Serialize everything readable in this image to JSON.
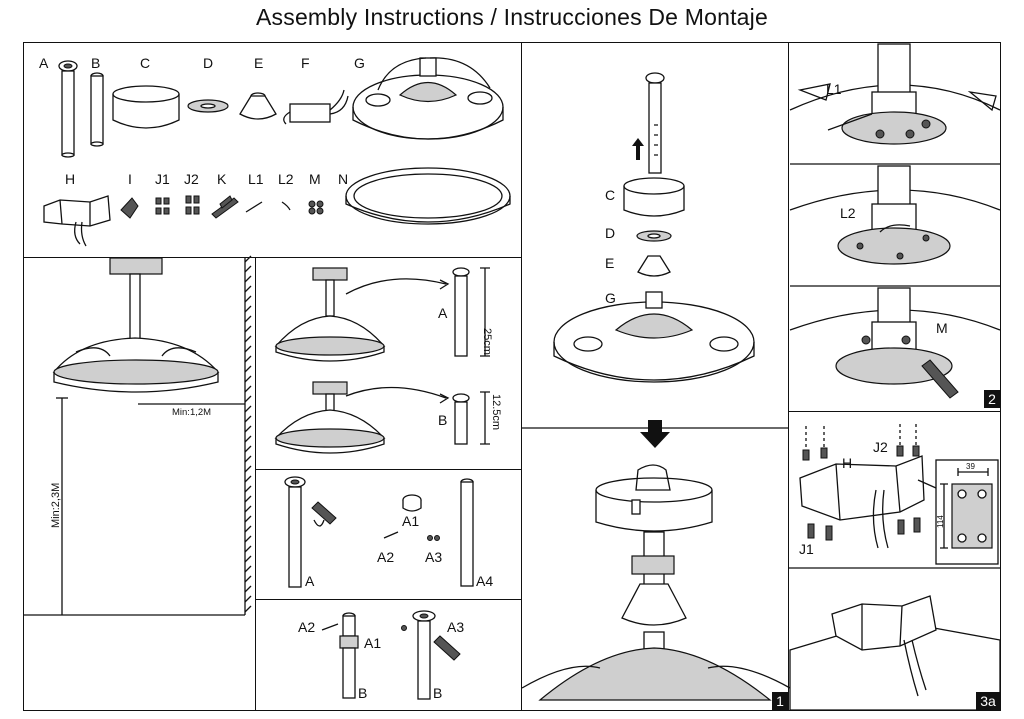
{
  "title": "Assembly Instructions / Instrucciones De Montaje",
  "parts": {
    "A": "A",
    "B": "B",
    "C": "C",
    "D": "D",
    "E": "E",
    "F": "F",
    "G": "G",
    "H": "H",
    "I": "I",
    "J1": "J1",
    "J2": "J2",
    "K": "K",
    "L1": "L1",
    "L2": "L2",
    "M": "M",
    "N": "N"
  },
  "clearance": {
    "min_blade": "Min:1,2M",
    "min_floor": "Min:2,3M"
  },
  "downrod": {
    "label_a": "A",
    "length_a": "25cm",
    "label_b": "B",
    "length_b": "12.5cm"
  },
  "rod_assembly": {
    "A": "A",
    "A1": "A1",
    "A2": "A2",
    "A3": "A3",
    "A4": "A4"
  },
  "rod_assembly2": {
    "A2": "A2",
    "A1": "A1",
    "A3": "A3",
    "B1": "B",
    "B2": "B"
  },
  "step1": {
    "C": "C",
    "D": "D",
    "E": "E",
    "G": "G",
    "number": "1"
  },
  "step2": {
    "L1": "L1",
    "L2": "L2",
    "M": "M",
    "number": "2"
  },
  "step3a": {
    "H": "H",
    "J1": "J1",
    "J2": "J2",
    "dim_w": "39",
    "dim_h": "114",
    "number": "3a"
  }
}
